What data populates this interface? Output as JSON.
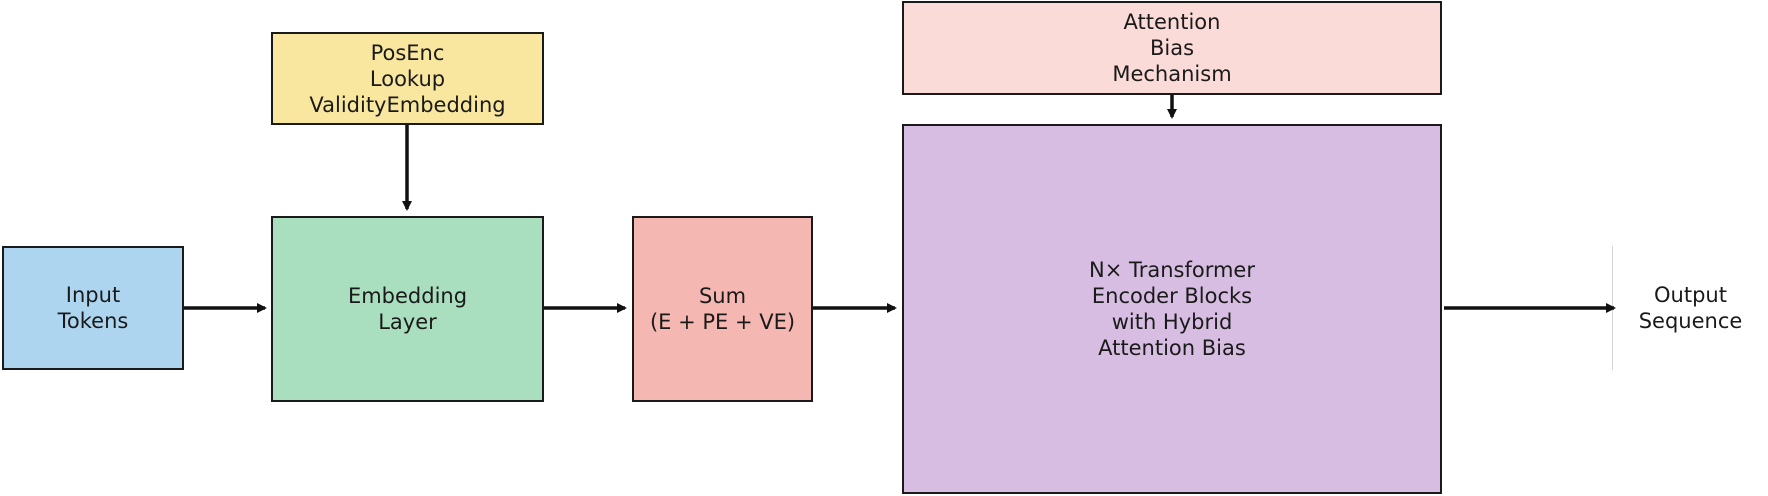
{
  "colors": {
    "input": "#aed5f0",
    "embedding": "#a9dfbf",
    "posenc": "#f9e79f",
    "sum": "#f5b7b1",
    "attention_bias": "#fadbd8",
    "transformer": "#d7bde2",
    "stroke": "#1a1a1a"
  },
  "nodes": {
    "input": "Input\nTokens",
    "embedding": "Embedding\nLayer",
    "posenc": "PosEnc\nLookup\nValidityEmbedding",
    "sum": "Sum\n(E + PE + VE)",
    "attention_bias": "Attention\nBias\nMechanism",
    "transformer": "N× Transformer\nEncoder Blocks\nwith Hybrid\nAttention Bias",
    "output": "Output\nSequence"
  },
  "edges": [
    {
      "from": "input",
      "to": "embedding"
    },
    {
      "from": "posenc",
      "to": "embedding"
    },
    {
      "from": "embedding",
      "to": "sum"
    },
    {
      "from": "sum",
      "to": "transformer"
    },
    {
      "from": "attention_bias",
      "to": "transformer"
    },
    {
      "from": "transformer",
      "to": "output"
    }
  ]
}
